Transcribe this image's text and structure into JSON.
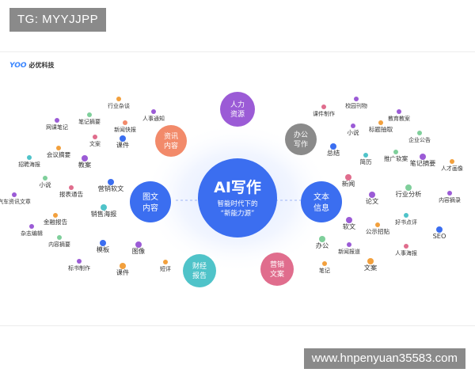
{
  "overlay": {
    "tg_label": "TG: MYYJJPP",
    "url_label": "www.hnpenyuan35583.com"
  },
  "brand": {
    "logo": "YOO",
    "name": "必优科技"
  },
  "center": {
    "title": "AI写作",
    "subtitle1": "智能时代下的",
    "subtitle2": "“新能力源”"
  },
  "colors": {
    "blue": "#3b6ef0",
    "orange": "#f28a6a",
    "purple": "#9b5bd6",
    "gray": "#8a8a8a",
    "teal": "#4fc3c9",
    "pink": "#e06d8d"
  },
  "hubs": [
    {
      "id": "hub-renli",
      "lines": [
        "人力",
        "资源"
      ],
      "color": "purple"
    },
    {
      "id": "hub-zixun",
      "lines": [
        "资讯",
        "内容"
      ],
      "color": "orange"
    },
    {
      "id": "hub-bangong",
      "lines": [
        "办公",
        "写作"
      ],
      "color": "gray"
    },
    {
      "id": "hub-tuwen",
      "lines": [
        "图文",
        "内容"
      ],
      "color": "blue"
    },
    {
      "id": "hub-wenben",
      "lines": [
        "文本",
        "信息"
      ],
      "color": "blue"
    },
    {
      "id": "hub-caijing",
      "lines": [
        "财经",
        "报告"
      ],
      "color": "teal"
    },
    {
      "id": "hub-yingxiao",
      "lines": [
        "营销",
        "文案"
      ],
      "color": "pink"
    }
  ],
  "items": [
    {
      "text": "行业杂谈",
      "color": "#f2a03d"
    },
    {
      "text": "人事通知",
      "color": "#9b5bd6"
    },
    {
      "text": "笔记摘要",
      "color": "#7fcf9b"
    },
    {
      "text": "新闻快报",
      "color": "#f28a6a"
    },
    {
      "text": "网课笔记",
      "color": "#9b5bd6"
    },
    {
      "text": "文案",
      "color": "#e06d8d"
    },
    {
      "text": "会议摘要",
      "color": "#f2a03d"
    },
    {
      "text": "课件",
      "color": "#3b6ef0"
    },
    {
      "text": "招聘海报",
      "color": "#4fc3c9"
    },
    {
      "text": "教案",
      "color": "#9b5bd6"
    },
    {
      "text": "小说",
      "color": "#7fcf9b"
    },
    {
      "text": "营销软文",
      "color": "#3b6ef0"
    },
    {
      "text": "报表通告",
      "color": "#e06d8d"
    },
    {
      "text": "汽车资讯文章",
      "color": "#9b5bd6"
    },
    {
      "text": "销售海报",
      "color": "#4fc3c9"
    },
    {
      "text": "金融报告",
      "color": "#f2a03d"
    },
    {
      "text": "杂志编辑",
      "color": "#9b5bd6"
    },
    {
      "text": "内容摘要",
      "color": "#7fcf9b"
    },
    {
      "text": "模板",
      "color": "#3b6ef0"
    },
    {
      "text": "图像",
      "color": "#9b5bd6"
    },
    {
      "text": "标书制作",
      "color": "#9b5bd6"
    },
    {
      "text": "课件",
      "color": "#f2a03d"
    },
    {
      "text": "短评",
      "color": "#f2a03d"
    },
    {
      "text": "校园刊物",
      "color": "#9b5bd6"
    },
    {
      "text": "课件制作",
      "color": "#e06d8d"
    },
    {
      "text": "教育教案",
      "color": "#9b5bd6"
    },
    {
      "text": "小说",
      "color": "#9b5bd6"
    },
    {
      "text": "标题抽取",
      "color": "#f2a03d"
    },
    {
      "text": "企业公告",
      "color": "#7fcf9b"
    },
    {
      "text": "总结",
      "color": "#3b6ef0"
    },
    {
      "text": "简历",
      "color": "#4fc3c9"
    },
    {
      "text": "推广软案",
      "color": "#7fcf9b"
    },
    {
      "text": "笔记摘要",
      "color": "#9b5bd6"
    },
    {
      "text": "人才画像",
      "color": "#f2a03d"
    },
    {
      "text": "新闻",
      "color": "#e06d8d"
    },
    {
      "text": "论文",
      "color": "#9b5bd6"
    },
    {
      "text": "行业分析",
      "color": "#7fcf9b"
    },
    {
      "text": "内容摘录",
      "color": "#9b5bd6"
    },
    {
      "text": "软文",
      "color": "#9b5bd6"
    },
    {
      "text": "公示招贴",
      "color": "#f2a03d"
    },
    {
      "text": "好书点评",
      "color": "#4fc3c9"
    },
    {
      "text": "SEO",
      "color": "#3b6ef0"
    },
    {
      "text": "办公",
      "color": "#7fcf9b"
    },
    {
      "text": "新闻报道",
      "color": "#9b5bd6"
    },
    {
      "text": "人事海报",
      "color": "#e06d8d"
    },
    {
      "text": "笔记",
      "color": "#f2a03d"
    },
    {
      "text": "文案",
      "color": "#f2a03d"
    }
  ]
}
